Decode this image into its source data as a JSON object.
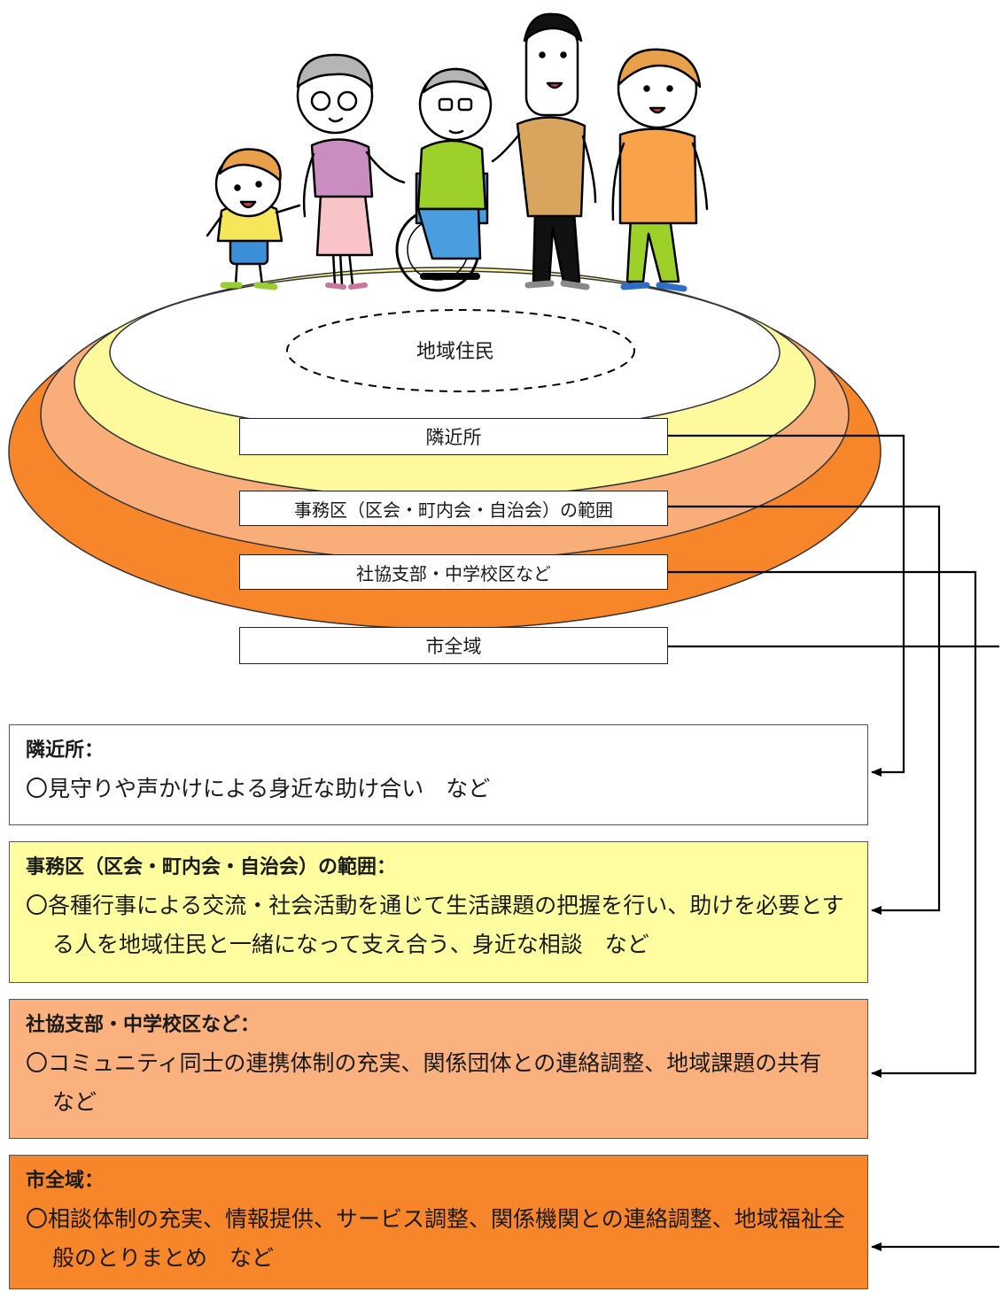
{
  "colors": {
    "outer_ring": "#F7852A",
    "ring_2": "#F9AE7A",
    "ring_3": "#FDFA9D",
    "inner": "#FFFFFF",
    "box_1": "#FFFFFF",
    "box_2": "#FEFD9F",
    "box_3": "#FAB17E",
    "box_4": "#F7852A"
  },
  "center_label": "地域住民",
  "levels": [
    {
      "label": "隣近所"
    },
    {
      "label": "事務区（区会・町内会・自治会）の範囲"
    },
    {
      "label": "社協支部・中学校区など"
    },
    {
      "label": "市全域"
    }
  ],
  "descriptions": [
    {
      "title": "隣近所：",
      "body": "〇見守りや声かけによる身近な助け合い　など"
    },
    {
      "title": "事務区（区会・町内会・自治会）の範囲：",
      "body": "〇各種行事による交流・社会活動を通じて生活課題の把握を行い、助けを必要とする人を地域住民と一緒になって支え合う、身近な相談　など"
    },
    {
      "title": "社協支部・中学校区など：",
      "body": "〇コミュニティ同士の連携体制の充実、関係団体との連絡調整、地域課題の共有　など"
    },
    {
      "title": "市全域：",
      "body": "〇相談体制の充実、情報提供、サービス調整、関係機関との連絡調整、地域福祉全般のとりまとめ　など"
    }
  ],
  "illustration": {
    "people": [
      "child",
      "grandmother",
      "grandfather-in-wheelchair",
      "father",
      "mother"
    ]
  }
}
